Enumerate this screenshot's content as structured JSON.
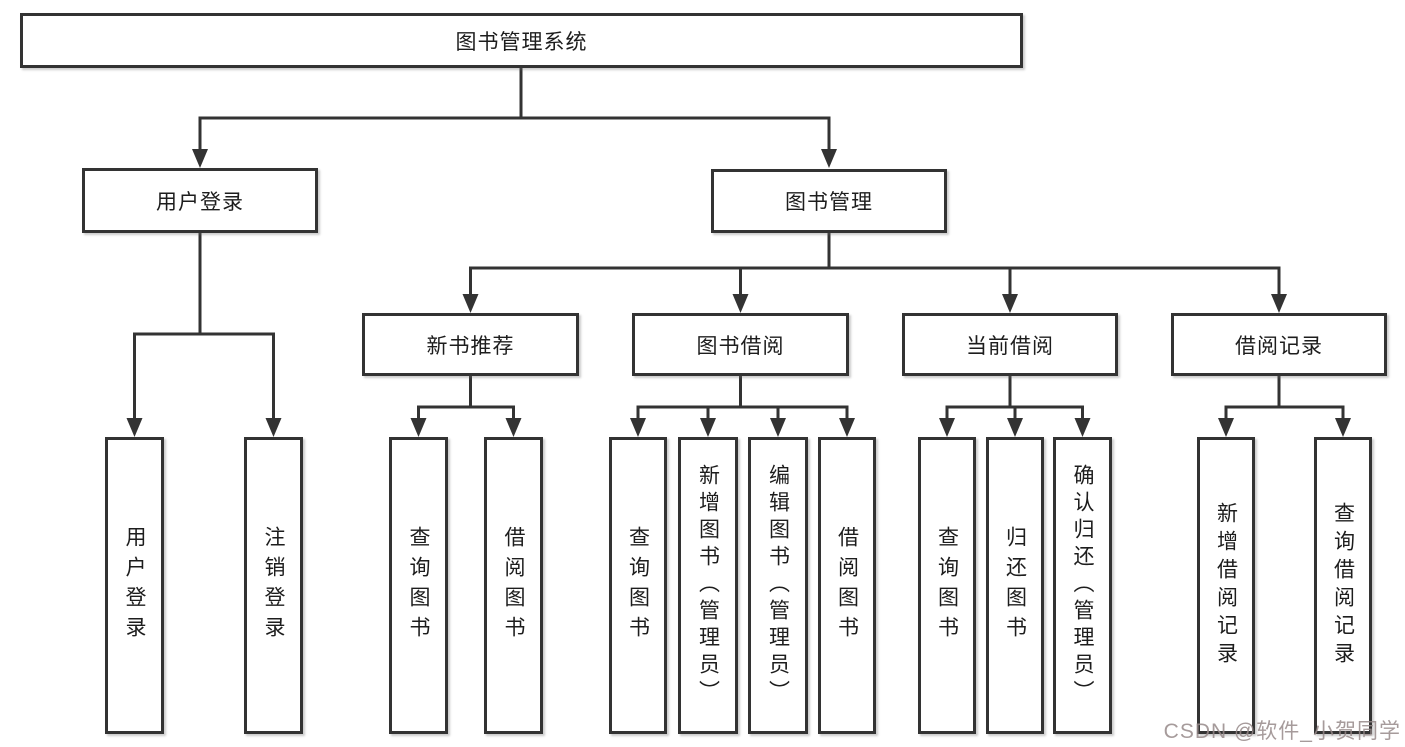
{
  "diagram": {
    "root": {
      "label": "图书管理系统"
    },
    "level2": {
      "user_login": {
        "label": "用户登录"
      },
      "book_management": {
        "label": "图书管理"
      }
    },
    "level3": {
      "new_book_recommend": {
        "label": "新书推荐"
      },
      "book_borrow": {
        "label": "图书借阅"
      },
      "current_borrow": {
        "label": "当前借阅"
      },
      "borrow_records": {
        "label": "借阅记录"
      }
    },
    "leaves": {
      "user_login": {
        "label": "用户登录"
      },
      "logout": {
        "label": "注销登录"
      },
      "query_books_recommend": {
        "label": "查询图书"
      },
      "borrow_books_recommend": {
        "label": "借阅图书"
      },
      "query_books_borrow": {
        "label": "查询图书"
      },
      "add_books_admin": {
        "label": "新增图书（管理员）"
      },
      "edit_books_admin": {
        "label": "编辑图书（管理员）"
      },
      "borrow_books": {
        "label": "借阅图书"
      },
      "query_books_current": {
        "label": "查询图书"
      },
      "return_books": {
        "label": "归还图书"
      },
      "confirm_return_admin": {
        "label": "确认归还（管理员）"
      },
      "add_borrow_record": {
        "label": "新增借阅记录"
      },
      "query_borrow_record": {
        "label": "查询借阅记录"
      }
    }
  },
  "watermark": {
    "text": "CSDN @软件_小贺同学"
  },
  "colors": {
    "line": "#333333",
    "text": "#1d1d1d",
    "background": "#ffffff",
    "watermark_text": "#968a8a"
  }
}
